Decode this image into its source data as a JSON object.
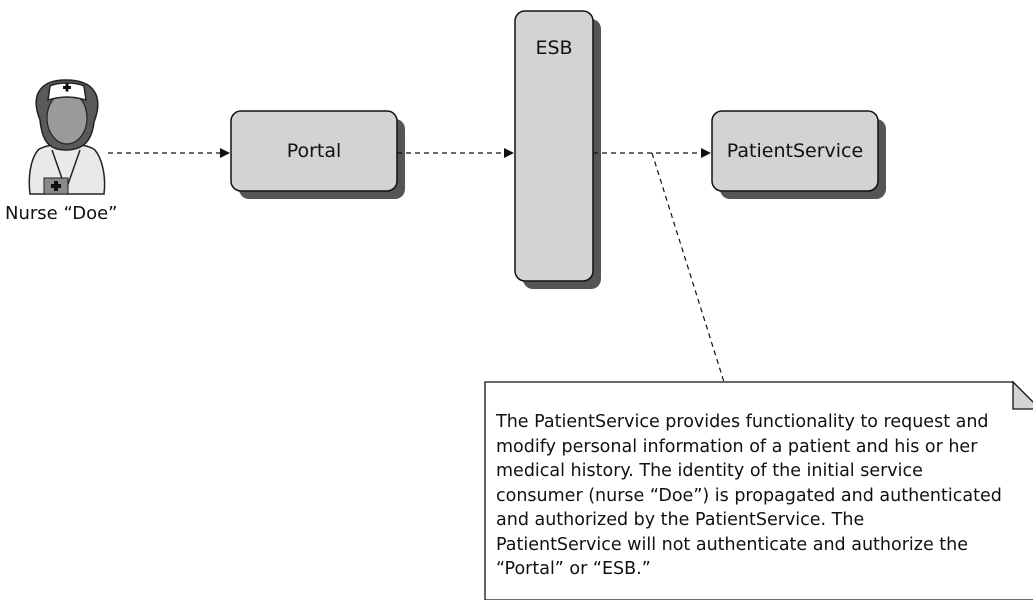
{
  "actor": {
    "label": "Nurse “Doe”",
    "icon": "nurse-icon"
  },
  "components": {
    "portal": "Portal",
    "esb": "ESB",
    "patient_service": "PatientService"
  },
  "note": {
    "lines": [
      "The PatientService provides functionality to request and",
      "modify personal information of a patient and his or her",
      "medical history. The identity of the initial service",
      "consumer (nurse “Doe”) is propagated and authenticated",
      "and authorized by the PatientService. The",
      "PatientService will not authenticate and authorize the",
      "“Portal” or “ESB.”"
    ]
  },
  "colors": {
    "box_fill": "#d3d3d3",
    "shadow": "#555555",
    "stroke": "#111111"
  }
}
